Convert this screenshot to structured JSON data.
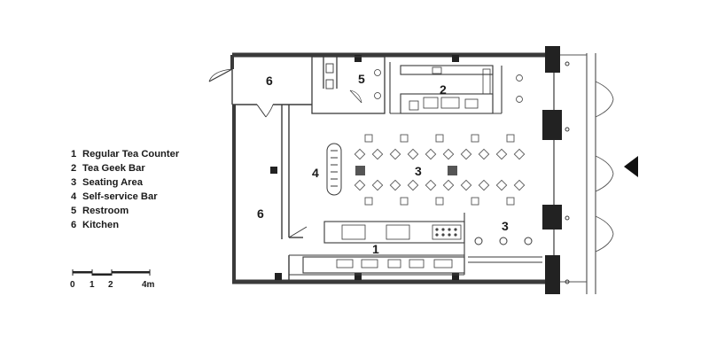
{
  "legend": {
    "items": [
      {
        "number": "1",
        "label": "Regular Tea Counter"
      },
      {
        "number": "2",
        "label": "Tea Geek Bar"
      },
      {
        "number": "3",
        "label": "Seating Area"
      },
      {
        "number": "4",
        "label": "Self-service Bar"
      },
      {
        "number": "5",
        "label": "Restroom"
      },
      {
        "number": "6",
        "label": "Kitchen"
      }
    ]
  },
  "scale": {
    "ticks": [
      "0",
      "1",
      "2",
      "4m"
    ]
  },
  "plan_labels": {
    "kitchen_top": "6",
    "kitchen_main": "6",
    "restroom": "5",
    "tea_geek_bar": "2",
    "seating_area": "3",
    "seating_area_lower": "3",
    "self_service_bar": "4",
    "regular_tea_counter": "1"
  },
  "colors": {
    "wall": "#3a3a3a",
    "line": "#555555",
    "column": "#222222",
    "arrow": "#111111"
  }
}
